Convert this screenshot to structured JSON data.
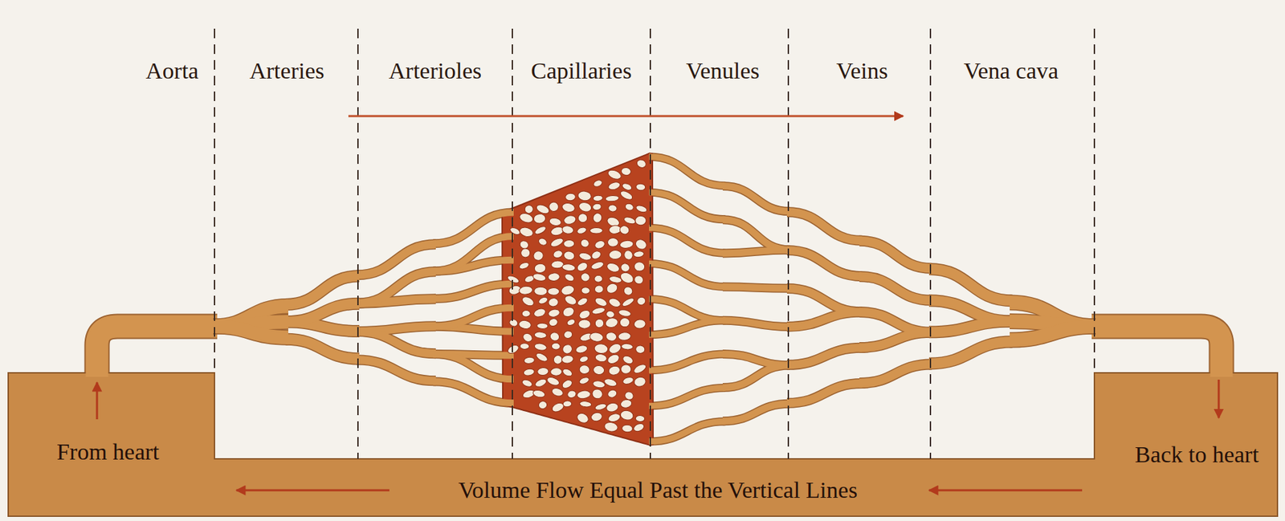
{
  "diagram": {
    "labels": [
      "Aorta",
      "Arteries",
      "Arterioles",
      "Capillaries",
      "Venules",
      "Veins",
      "Vena cava",
      "From heart",
      "Back to heart",
      "Volume Flow Equal Past the Vertical Lines"
    ]
  }
}
